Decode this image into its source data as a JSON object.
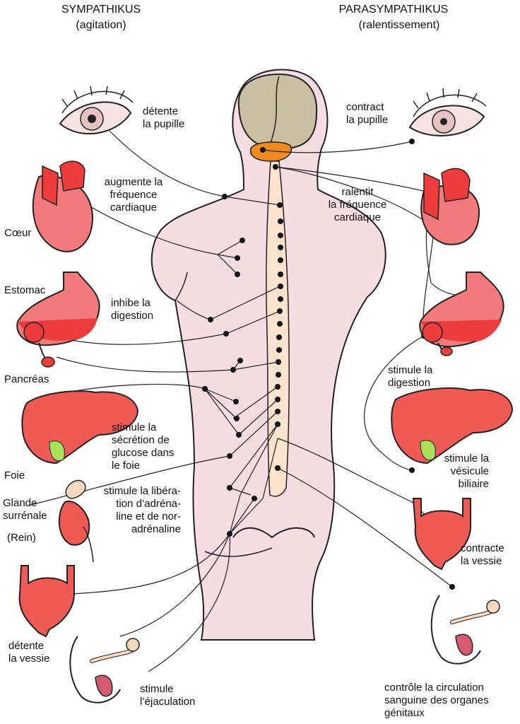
{
  "headers": {
    "left_title": "SYMPATHIKUS",
    "left_subtitle": "(agitation)",
    "right_title": "PARASYMPATHIKUS",
    "right_subtitle": "(ralentissement)"
  },
  "organs": {
    "coeur": "Cœur",
    "estomac": "Estomac",
    "pancreas": "Pancréas",
    "foie": "Foie",
    "glande": "Glande\nsurrénale",
    "rein": "(Rein)"
  },
  "sympathetic": {
    "pupil": "détente\nla pupille",
    "heart": "augmente la\nfréquence\ncardiaque",
    "digestion": "inhibe la\ndigestion",
    "glucose": "stimule la\nsécrétion de\nglucose dans\nle foie",
    "adrenaline": "stimule la libéra-\ntion d’adréna-\nline et de nor-\nadrénaline",
    "bladder": "détente\nla vessie",
    "ejaculation": "stimule\nl’éjaculation"
  },
  "parasympathetic": {
    "pupil": "contract\nla pupille",
    "heart": "ralentit\nla fréquence\ncardiaque",
    "digestion": "stimule la\ndigestion",
    "gallbladder": "stimule la\nvésicule\nbiliaire",
    "bladder": "contracte\nla vessie",
    "genital": "contrôle la circulation\nsanguine des organes\ngénitaux"
  },
  "colors": {
    "body_skin": "#f6dde3",
    "spine": "#fbe3cf",
    "brain": "#c9bfa3",
    "brainstem": "#f08a1c",
    "organ_red": "#ee3b3b",
    "organ_light": "#f27a7a",
    "liver": "#ef5a55",
    "gallbladder": "#a9e05a",
    "adrenal": "#f9d9bd"
  }
}
